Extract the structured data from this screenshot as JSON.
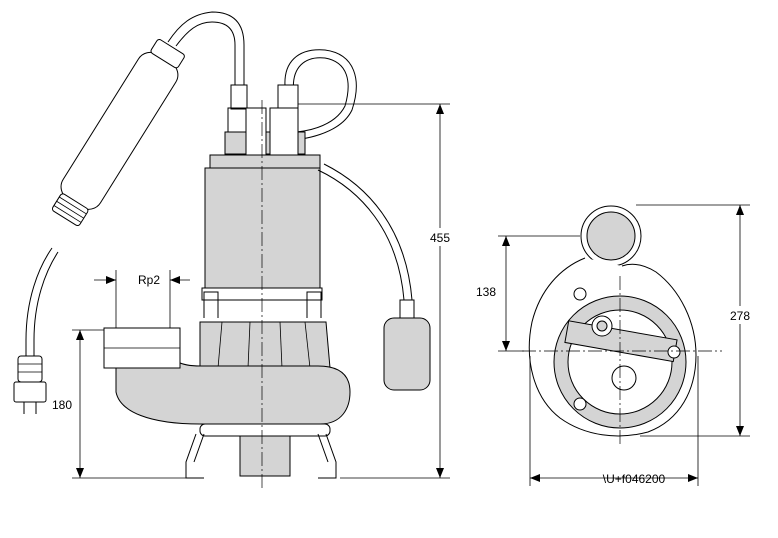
{
  "dimensions": {
    "overall_height": "455",
    "outlet_height": "180",
    "outlet_thread": "Rp2",
    "top_view_height": "278",
    "top_view_offset": "138",
    "top_view_width": "\\U+f046200"
  }
}
